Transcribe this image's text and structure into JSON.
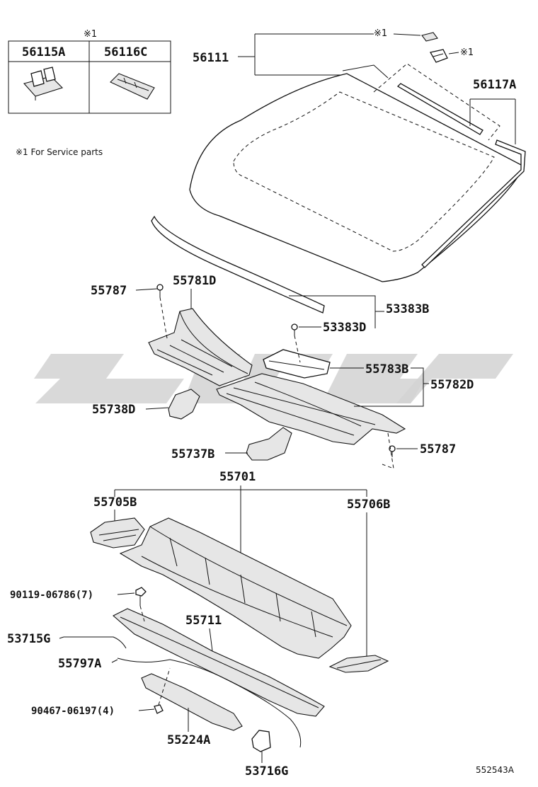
{
  "diagram_code": "552543A",
  "legend": {
    "star": "※1",
    "note": "※1 For Service parts",
    "col1_part": "56115A",
    "col2_part": "56116C"
  },
  "markers": {
    "star_windshield": "※1",
    "star_clip": "※1"
  },
  "callouts": {
    "p56111": "56111",
    "p56117A": "56117A",
    "p55787_top": "55787",
    "p55781D": "55781D",
    "p53383B": "53383B",
    "p53383D": "53383D",
    "p55783B": "55783B",
    "p55782D": "55782D",
    "p55738D": "55738D",
    "p55787_right": "55787",
    "p55737B": "55737B",
    "p55701": "55701",
    "p55705B": "55705B",
    "p55706B": "55706B",
    "p90119": "90119-06786(7)",
    "p53715G": "53715G",
    "p55711": "55711",
    "p55797A": "55797A",
    "p90467": "90467-06197(4)",
    "p55224A": "55224A",
    "p53716G": "53716G"
  },
  "colors": {
    "line": "#111111",
    "watermark": "#d2d2d2",
    "fill": "#e6e6e6"
  }
}
